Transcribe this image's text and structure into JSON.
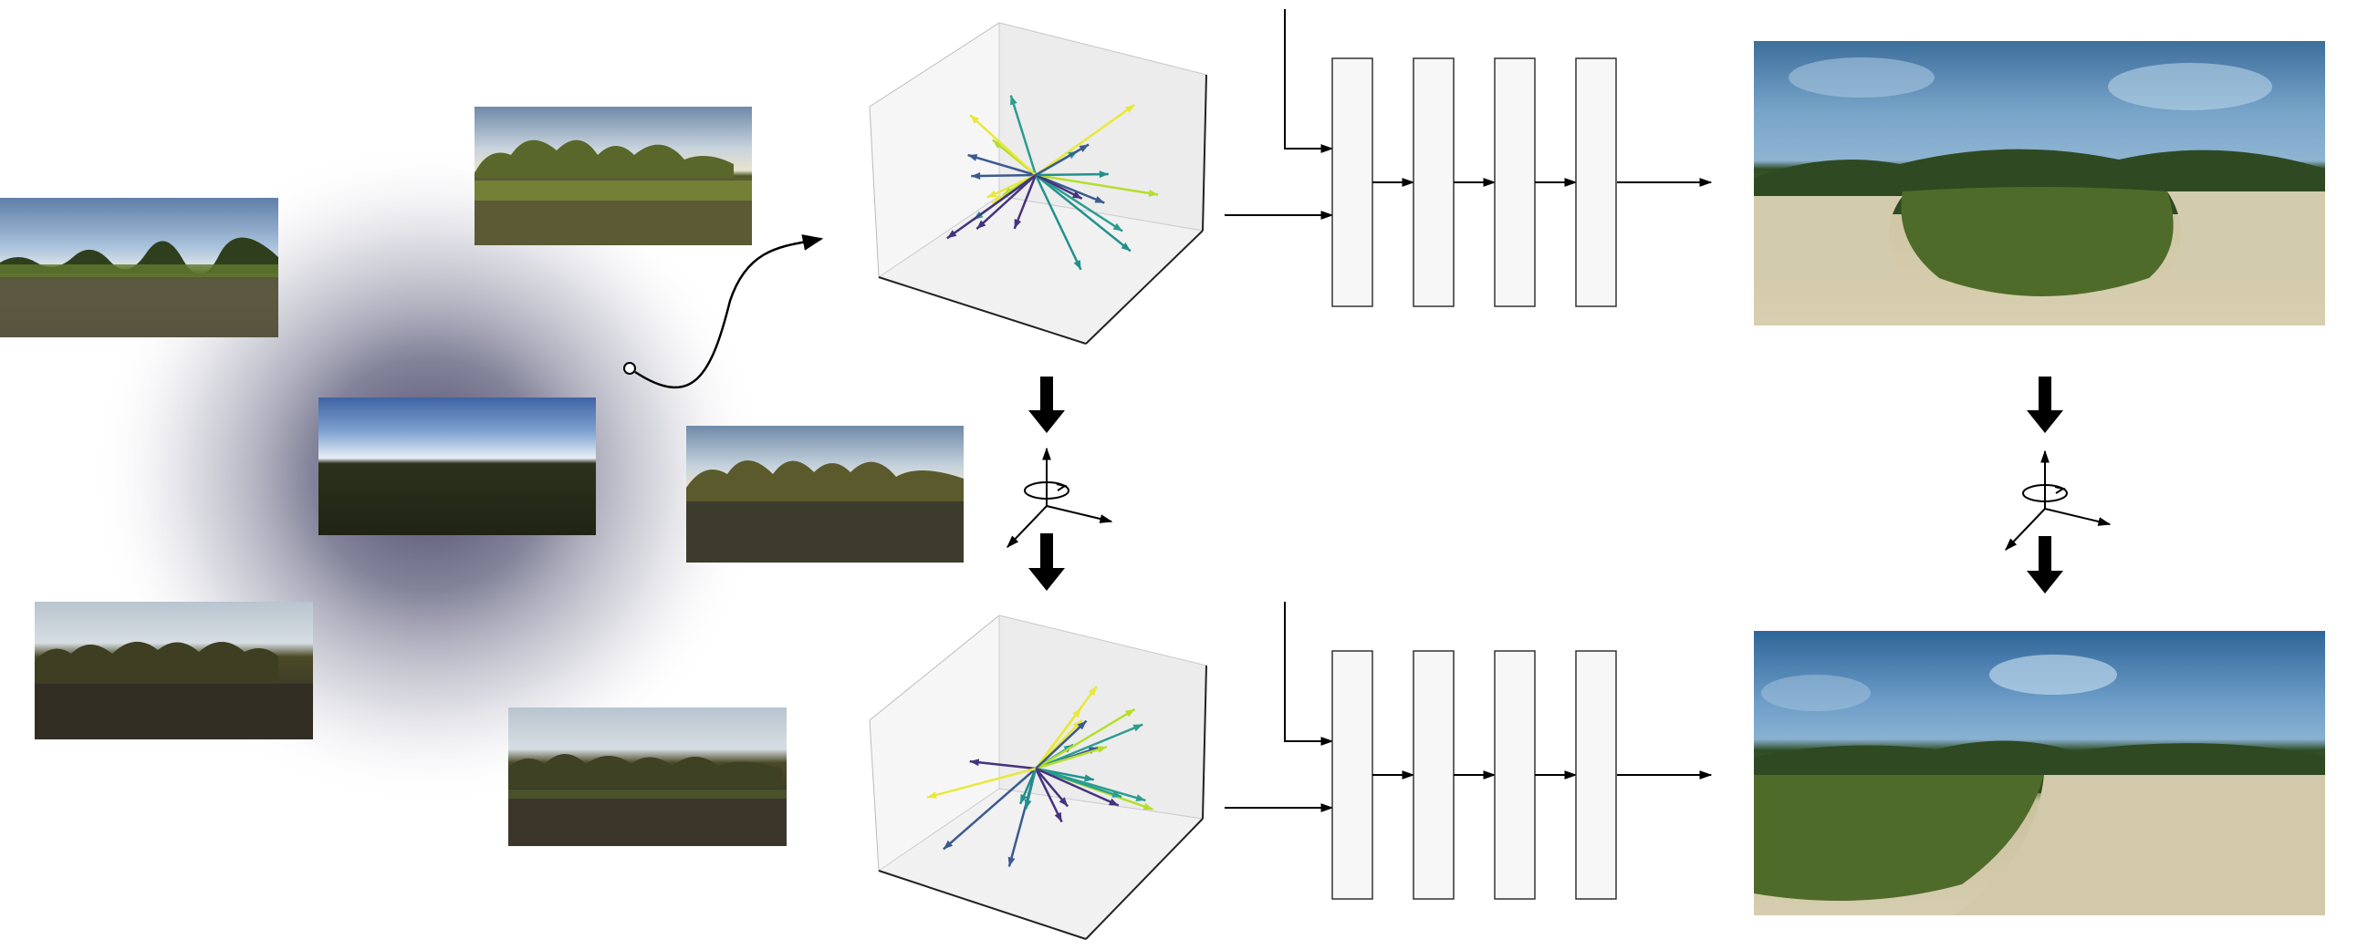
{
  "figure": {
    "latent_space": {
      "center_image": "simple-sky-ground-panorama",
      "sample_images": [
        "grassland-trees-panorama-a",
        "grassland-trees-panorama-b",
        "grassland-trees-panorama-c",
        "grassland-trees-panorama-d",
        "grassland-trees-panorama-e"
      ],
      "cloud_color": "#4a4a6a"
    },
    "pipelines": [
      {
        "row": "top",
        "latent_vector_colors": [
          "#e8e83a",
          "#3b5a8f",
          "#2a9d8f",
          "#46327e",
          "#b5de2b",
          "#21918c"
        ],
        "decoder_layers": 4,
        "output_image": "decoded-panorama-original"
      },
      {
        "row": "bottom",
        "latent_vector_colors": [
          "#e8e83a",
          "#3b5a8f",
          "#2a9d8f",
          "#46327e",
          "#b5de2b",
          "#21918c"
        ],
        "decoder_layers": 4,
        "output_image": "decoded-panorama-rotated"
      }
    ],
    "rotation_operators": [
      "latent-rotation",
      "output-rotation"
    ],
    "colors": {
      "layer_fill": "#f7f7f7",
      "layer_stroke": "#333333",
      "arrow": "#000000",
      "sky": "#7fa8d6",
      "grass": "#4f6b2a",
      "sand": "#d8cfb0"
    }
  }
}
